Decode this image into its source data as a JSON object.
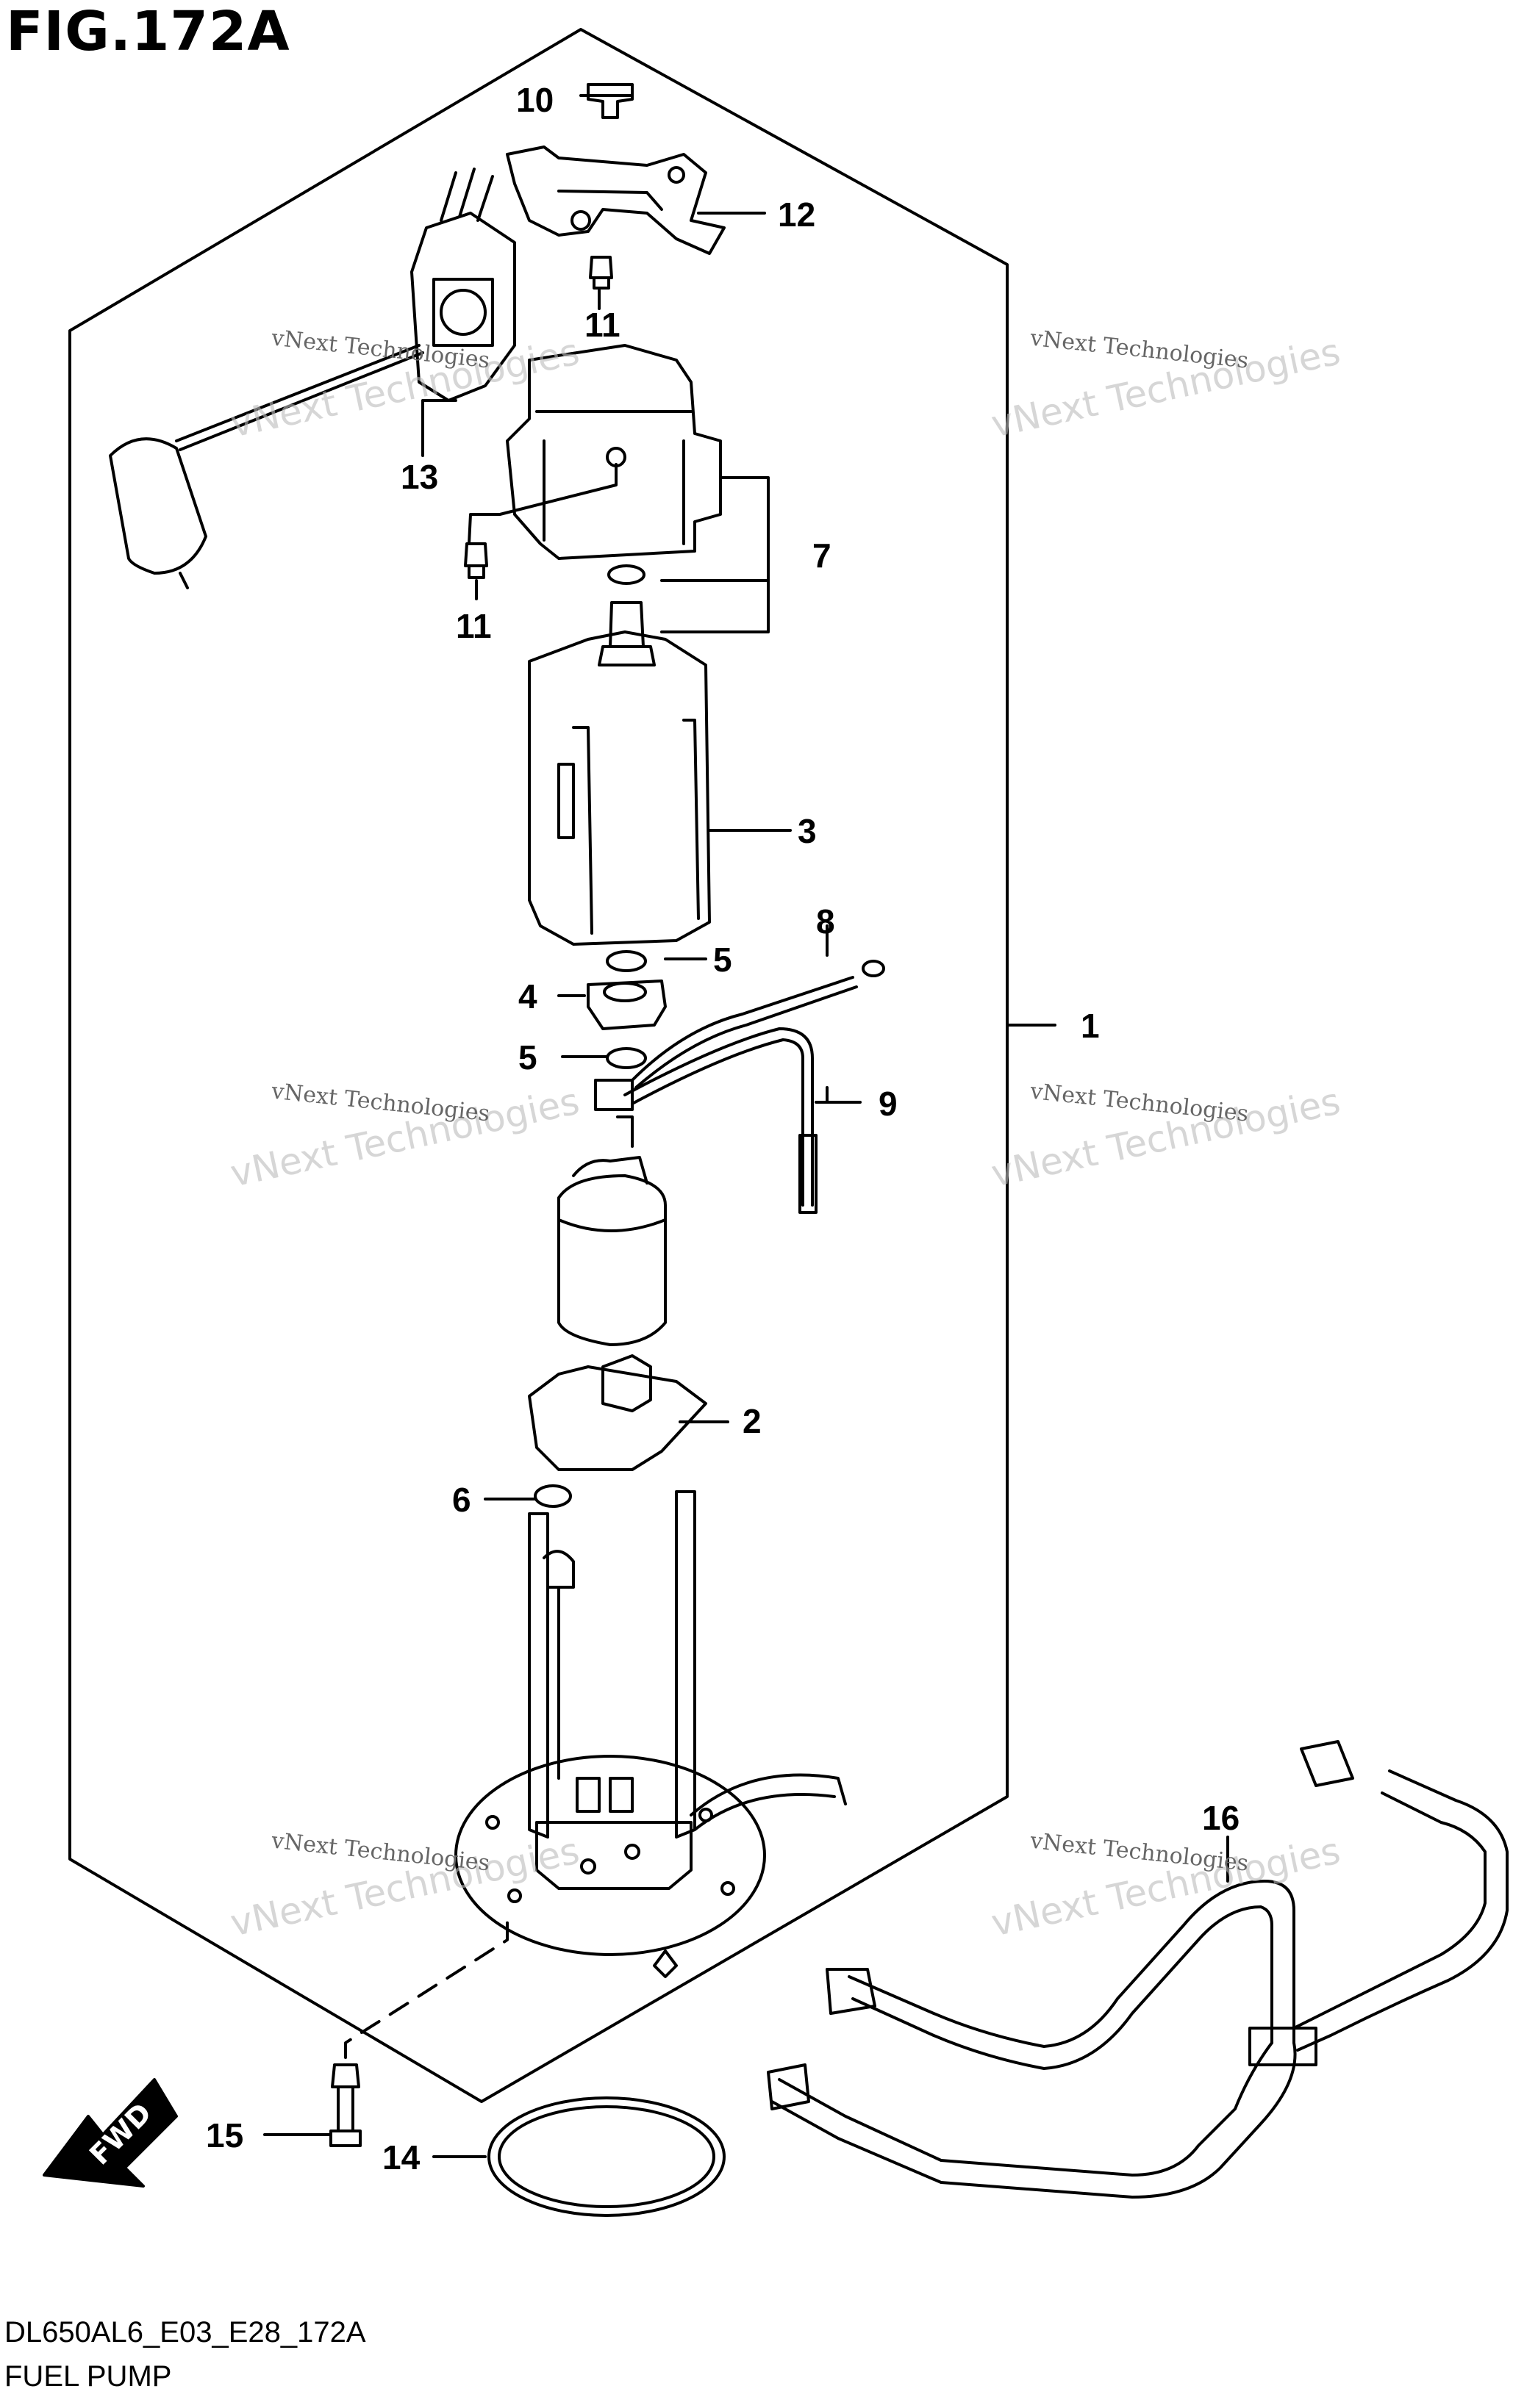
{
  "header": {
    "title": "FIG.172A"
  },
  "footer": {
    "code": "DL650AL6_E03_E28_172A",
    "name": "FUEL PUMP"
  },
  "fwd_label": "FWD",
  "watermark": {
    "line1": "vNext Technologies",
    "line2": "vNext Technologies"
  },
  "callouts": {
    "c1": "1",
    "c2": "2",
    "c3": "3",
    "c4": "4",
    "c5a": "5",
    "c5b": "5",
    "c6": "6",
    "c7": "7",
    "c8": "8",
    "c9": "9",
    "c10": "10",
    "c11a": "11",
    "c11b": "11",
    "c12": "12",
    "c13": "13",
    "c14": "14",
    "c15": "15",
    "c16": "16"
  },
  "colors": {
    "ink": "#000000",
    "paper": "#ffffff",
    "watermark": "#bbbbbb"
  }
}
